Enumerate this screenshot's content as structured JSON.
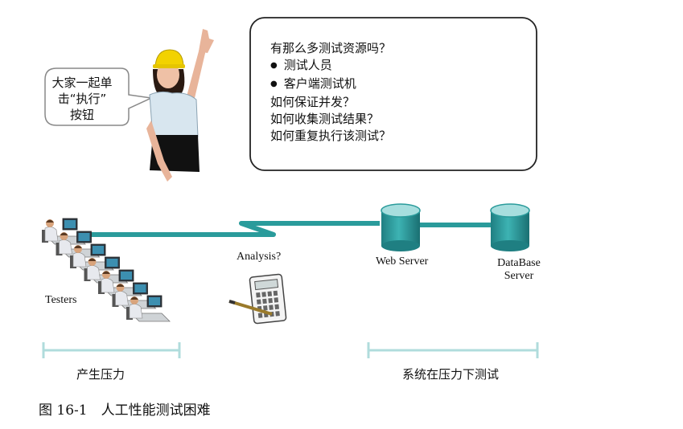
{
  "speech_small": {
    "lines": [
      "大家一起单",
      "击“执行”",
      "按钮"
    ]
  },
  "speech_big": {
    "lines": [
      "有那么多测试资源吗？",
      "测试人员",
      "客户端测试机",
      "如何保证并发？",
      "如何收集测试结果？",
      "如何重复执行该测试？"
    ]
  },
  "labels": {
    "testers": "Testers",
    "analysis": "Analysis?",
    "web_server": "Web Server",
    "db_server_line1": "DataBase",
    "db_server_line2": "Server",
    "pressure": "产生压力",
    "system_test": "系统在压力下测试"
  },
  "caption": "图 16-1　人工性能测试困难",
  "colors": {
    "teal": "#2a9b9b",
    "teal_light": "#a7dede",
    "bracket": "#b0dcdc",
    "helmet": "#f2d200"
  }
}
